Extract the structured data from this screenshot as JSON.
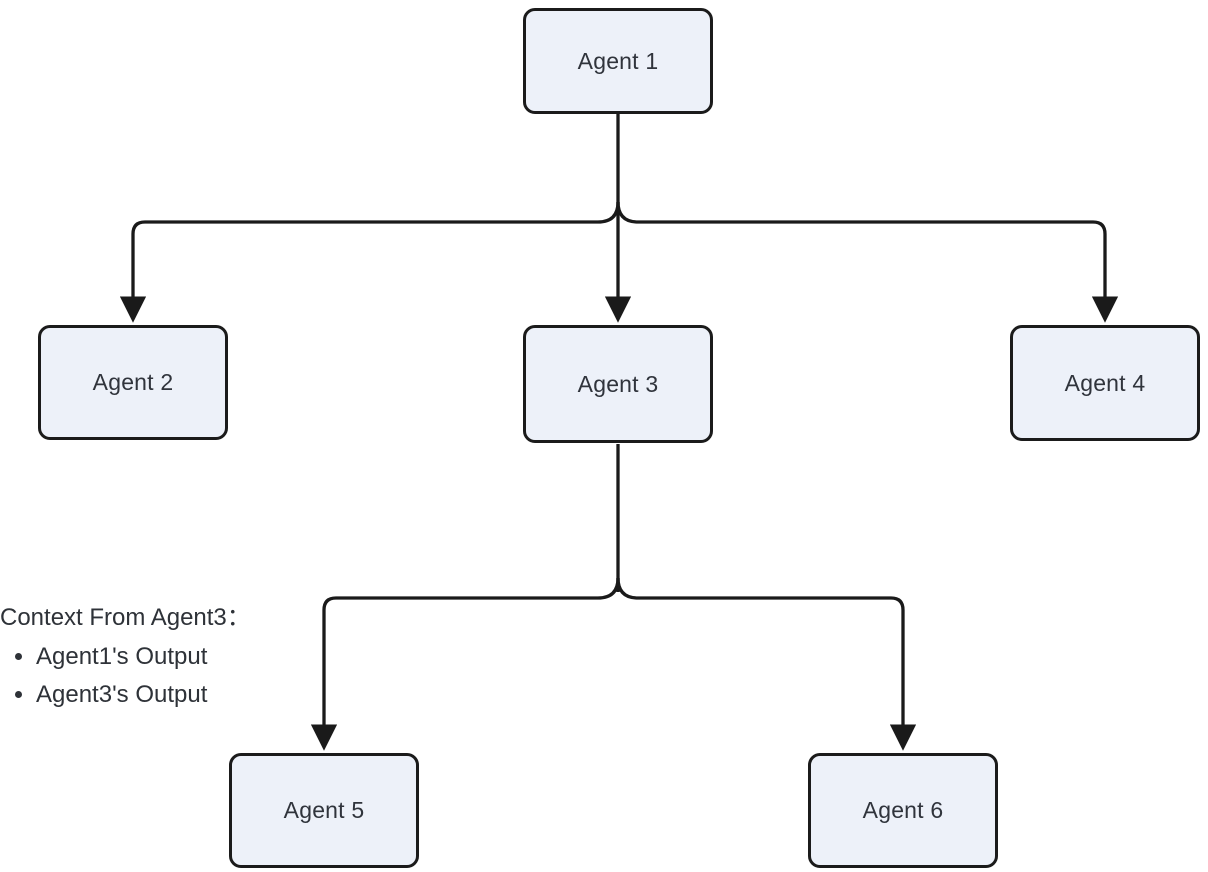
{
  "diagram": {
    "type": "flowchart-tree",
    "nodes": [
      {
        "id": "agent1",
        "label": "Agent 1"
      },
      {
        "id": "agent2",
        "label": "Agent 2"
      },
      {
        "id": "agent3",
        "label": "Agent 3"
      },
      {
        "id": "agent4",
        "label": "Agent 4"
      },
      {
        "id": "agent5",
        "label": "Agent 5"
      },
      {
        "id": "agent6",
        "label": "Agent 6"
      }
    ],
    "edges": [
      {
        "from": "agent1",
        "to": "agent2"
      },
      {
        "from": "agent1",
        "to": "agent3"
      },
      {
        "from": "agent1",
        "to": "agent4"
      },
      {
        "from": "agent3",
        "to": "agent5"
      },
      {
        "from": "agent3",
        "to": "agent6"
      }
    ],
    "annotation": {
      "title": "Context From Agent3：",
      "items": [
        "Agent1's Output",
        "Agent3's Output"
      ]
    },
    "colors": {
      "node_fill": "#edf1f9",
      "node_border": "#1b1b1b",
      "edge_line": "#1a1a1a",
      "text": "#30343c",
      "background": "#ffffff"
    }
  }
}
